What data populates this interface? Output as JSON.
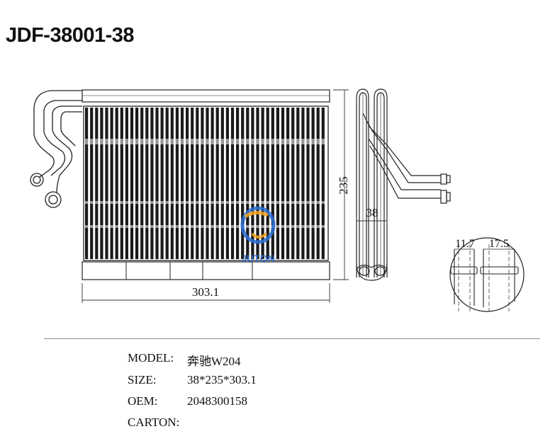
{
  "part_number": "JDF-38001-38",
  "dimensions": {
    "width": "303.1",
    "height": "235",
    "depth": "38",
    "pipe_small": "11.7",
    "pipe_large": "17.5"
  },
  "watermark": {
    "text": "JUTON",
    "colors": {
      "blue": "#2c6fd6",
      "orange": "#f5a623"
    }
  },
  "specs": [
    {
      "label": "MODEL:",
      "value": "奔驰W204"
    },
    {
      "label": "SIZE:",
      "value": "38*235*303.1"
    },
    {
      "label": "OEM:",
      "value": "2048300158"
    },
    {
      "label": "CARTON:",
      "value": ""
    }
  ]
}
